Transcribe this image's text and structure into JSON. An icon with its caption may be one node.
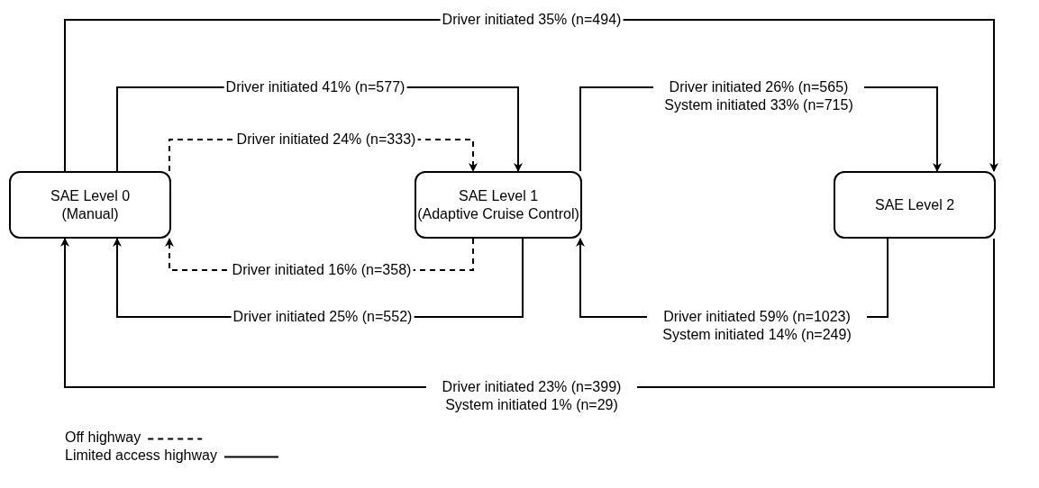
{
  "diagram": {
    "nodes": [
      {
        "text": [
          "SAE Level 0",
          "(Manual)"
        ]
      },
      {
        "text": [
          "SAE Level 1",
          "(Adaptive Cruise Control)"
        ]
      },
      {
        "text": [
          "SAE Level 2"
        ]
      }
    ],
    "edges": [
      {
        "from": 0,
        "to": 2,
        "arrow": "to",
        "label": "Driver initiated 35% (n=494)"
      },
      {
        "from": 0,
        "to": 1,
        "arrow": "to",
        "label": "Driver initiated 41% (n=577)"
      },
      {
        "from": 0,
        "to": 1,
        "arrow": "to",
        "label": "Driver initiated 24% (n=333)",
        "style": "dashed"
      },
      {
        "from": 1,
        "to": 2,
        "arrow": "to",
        "label": "Driver initiated 26% (n=565) System initiated 33% (n=715)"
      },
      {
        "from": 1,
        "to": 0,
        "arrow": "to",
        "label": "Driver initiated 16% (n=358)",
        "style": "dashed"
      },
      {
        "from": 1,
        "to": 0,
        "arrow": "to",
        "label": "Driver initiated 25% (n=552)"
      },
      {
        "from": 2,
        "to": 1,
        "arrow": "to",
        "label": "Driver initiated 59% (n=1023) System initiated 14% (n=249)"
      },
      {
        "from": 2,
        "to": 0,
        "arrow": "to",
        "label": "Driver initiated 23% (n=399) System initiated 1% (n=29)"
      }
    ],
    "legend": [
      {
        "text": "Off highway"
      },
      {
        "text": "Limited access highway"
      }
    ]
  }
}
